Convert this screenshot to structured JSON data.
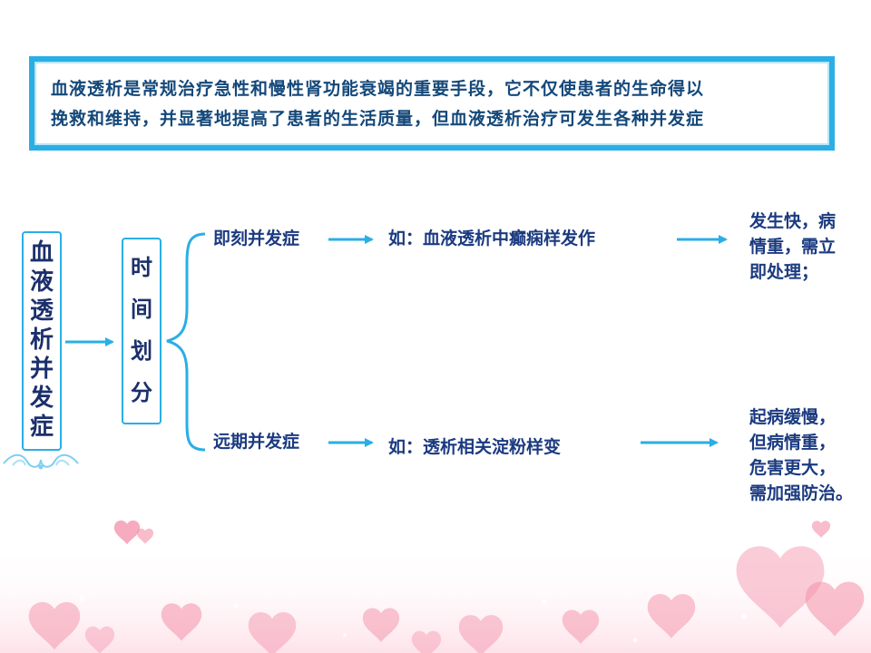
{
  "intro": {
    "line1": "血液透析是常规治疗急性和慢性肾功能衰竭的重要手段，它不仅使患者的生命得以",
    "line2": "挽救和维持，并显著地提高了患者的生活质量，但血液透析治疗可发生各种并发症"
  },
  "main_topic": "血液透析并发症",
  "sub_topic": "时间划分",
  "branches": [
    {
      "category": "即刻并发症",
      "example": "如：血液透析中癫痫样发作",
      "result": [
        "发生快，病",
        "情重，需立",
        "即处理；"
      ]
    },
    {
      "category": "远期并发症",
      "example": "如：透析相关淀粉样变",
      "result": [
        "起病缓慢，",
        "但病情重，",
        "危害更大，",
        "需加强防治。"
      ]
    }
  ],
  "colors": {
    "accent": "#2aaee6",
    "text": "#1b3a80",
    "heart": "#f48fa8"
  }
}
